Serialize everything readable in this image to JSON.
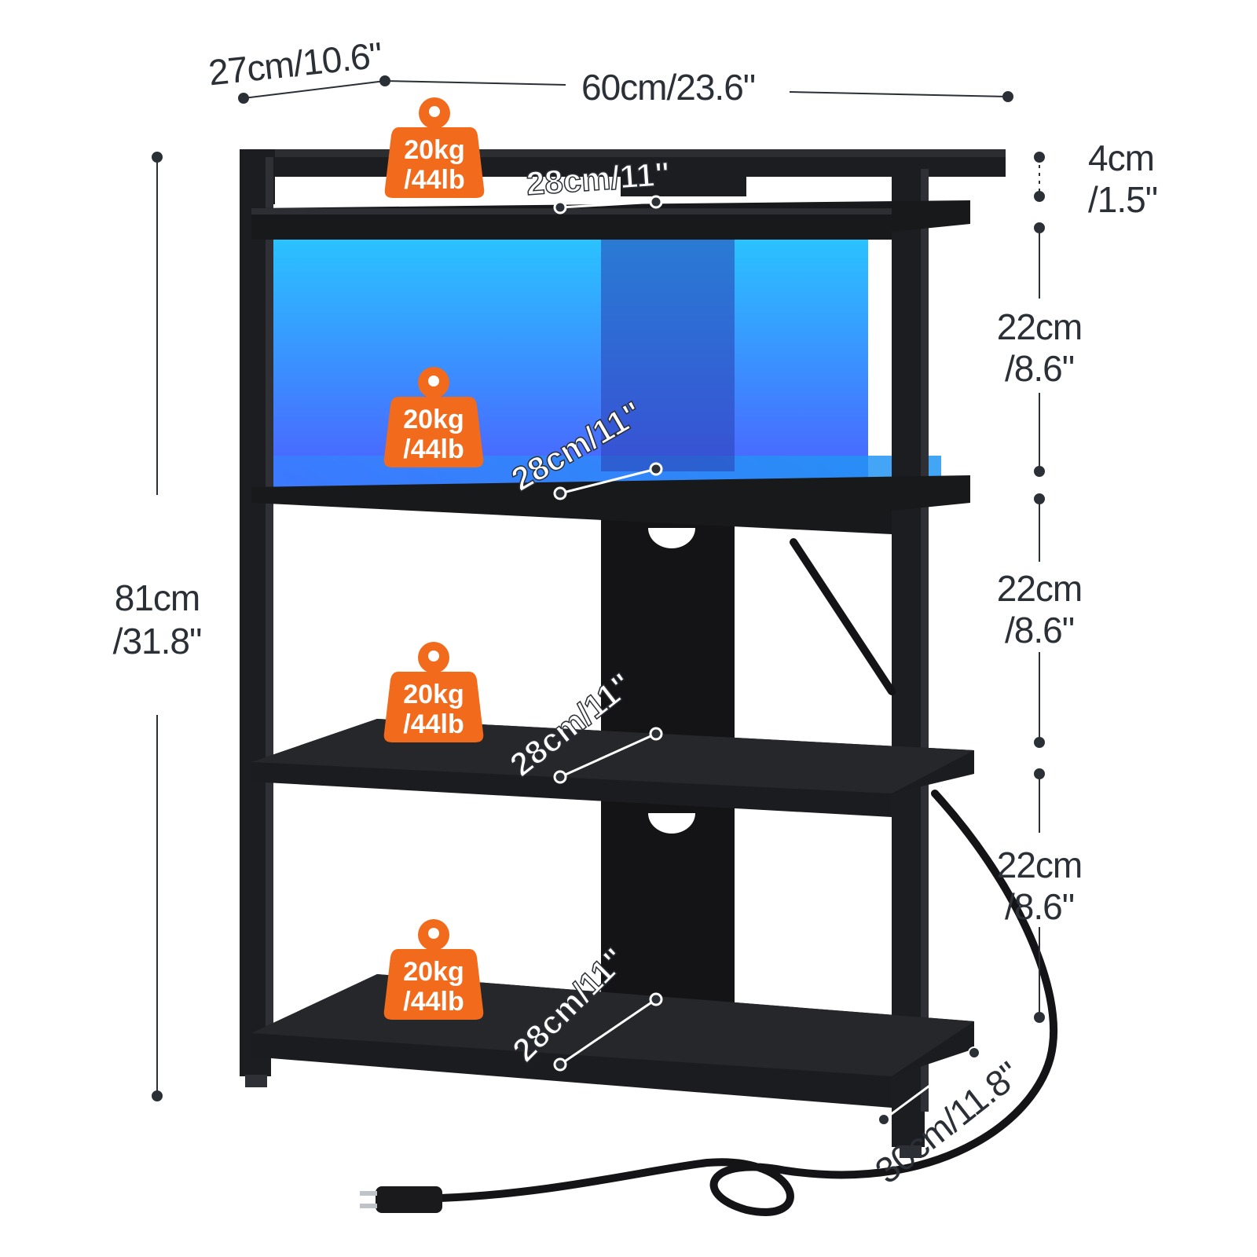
{
  "colors": {
    "frame": "#1c1d20",
    "shelf": "#18191b",
    "glow_top": "#28c7ff",
    "glow_bottom": "#4d5cff",
    "badge": "#f26a1b",
    "dim_text": "#2b2f36"
  },
  "dimensions": {
    "depth": "27cm/10.6\"",
    "width": "60cm/23.6\"",
    "height_cm": "81cm",
    "height_in": "/31.8\"",
    "top_rail_cm": "4cm",
    "top_rail_in": "/1.5\"",
    "gap1_cm": "22cm",
    "gap1_in": "/8.6\"",
    "gap2_cm": "22cm",
    "gap2_in": "/8.6\"",
    "gap3_cm": "22cm",
    "gap3_in": "/8.6\"",
    "bottom_depth": "30cm/11.8\""
  },
  "shelves": [
    {
      "load_kg": "20kg",
      "load_lb": "/44lb",
      "depth": "28cm/11\""
    },
    {
      "load_kg": "20kg",
      "load_lb": "/44lb",
      "depth": "28cm/11\""
    },
    {
      "load_kg": "20kg",
      "load_lb": "/44lb",
      "depth": "28cm/11\""
    },
    {
      "load_kg": "20kg",
      "load_lb": "/44lb",
      "depth": "28cm/11\""
    }
  ],
  "icons": [
    "weight-icon",
    "power-plug-icon"
  ]
}
